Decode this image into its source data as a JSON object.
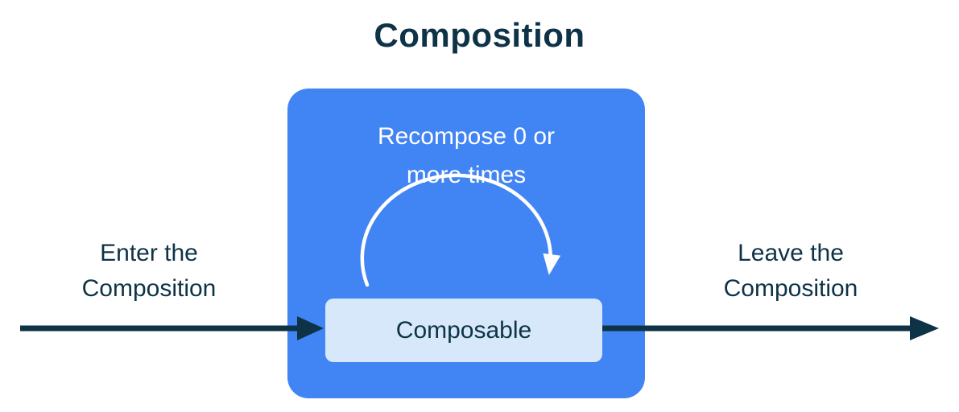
{
  "title": "Composition",
  "labels": {
    "enter": "Enter the\nComposition",
    "recompose": "Recompose 0 or\nmore times",
    "composable": "Composable",
    "leave": "Leave the\nComposition"
  },
  "icons": {
    "enter_arrow": "right-arrow",
    "exit_arrow": "right-arrow",
    "recompose_arc": "clockwise-loop-arrow"
  },
  "colors": {
    "navy": "#0E3347",
    "blue": "#4184F3",
    "light_blue": "#D8E8FB",
    "white": "#FFFFFF"
  }
}
